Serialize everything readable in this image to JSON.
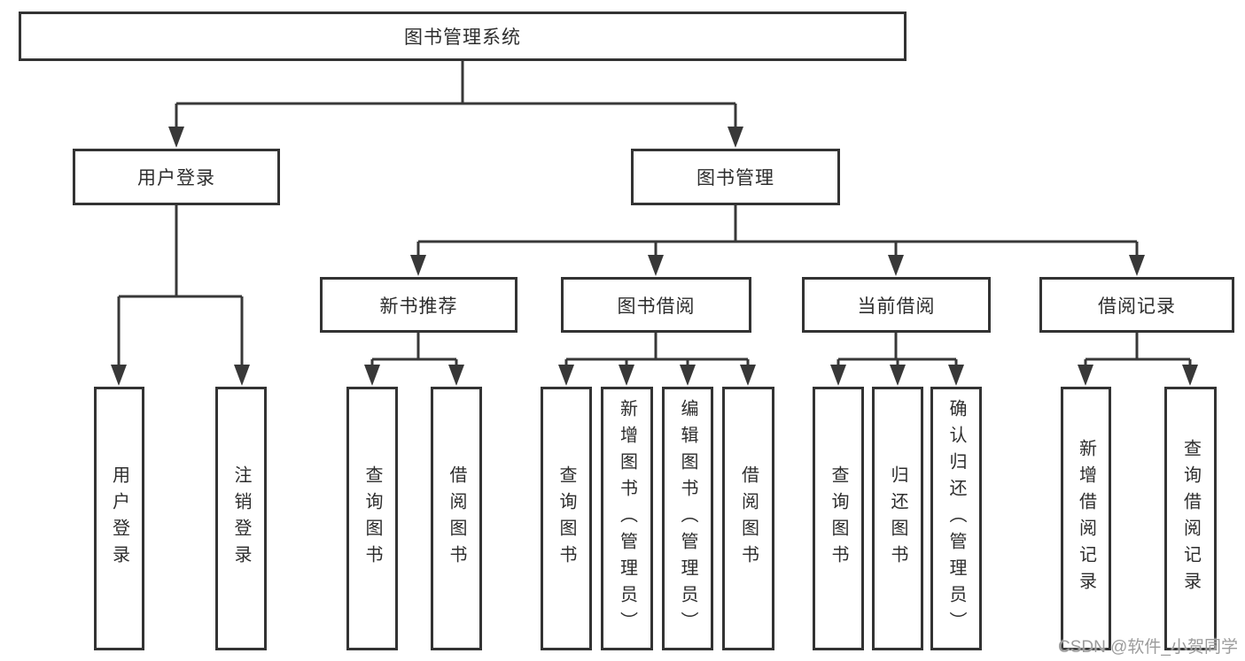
{
  "tree": {
    "root": {
      "label": "图书管理系统"
    },
    "branches": [
      {
        "label": "用户登录",
        "children": [
          "用户登录",
          "注销登录"
        ]
      },
      {
        "label": "图书管理",
        "sections": [
          {
            "label": "新书推荐",
            "children": [
              "查询图书",
              "借阅图书"
            ]
          },
          {
            "label": "图书借阅",
            "children": [
              "查询图书",
              "新增图书（管理员）",
              "编辑图书（管理员）",
              "借阅图书"
            ]
          },
          {
            "label": "当前借阅",
            "children": [
              "查询图书",
              "归还图书",
              "确认归还（管理员）"
            ]
          },
          {
            "label": "借阅记录",
            "children": [
              "新增借阅记录",
              "查询借阅记录"
            ]
          }
        ]
      }
    ]
  },
  "watermark": {
    "text": "CSDN @软件_小贺同学"
  },
  "colors": {
    "line": "#383838",
    "box_border": "#333333",
    "text": "#2d2d2d",
    "watermark": "#9c9c9c",
    "background": "#ffffff"
  }
}
